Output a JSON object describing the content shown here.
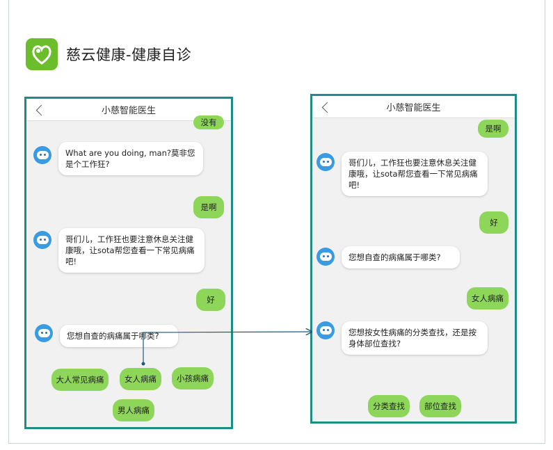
{
  "app": {
    "title": "慈云健康-健康自诊",
    "brand_color": "#6cbd2c"
  },
  "theme": {
    "phone_border": "#1e8c86",
    "user_bubble": "#8dd65a",
    "avatar": "#3a9be0"
  },
  "left_phone": {
    "header_title": "小慈智能医生",
    "back_icon": "chevron-left-icon",
    "messages": [
      {
        "sender": "user",
        "text": "没有"
      },
      {
        "sender": "bot",
        "text": "What are you doing, man?莫非您是个工作狂?"
      },
      {
        "sender": "user",
        "text": "是啊"
      },
      {
        "sender": "bot",
        "text": "哥们儿，工作狂也要注意休息关注健康哦，让sota帮您查看一下常见病痛吧!"
      },
      {
        "sender": "user",
        "text": "好"
      },
      {
        "sender": "bot",
        "text": "您想自查的病痛属于哪类?"
      }
    ],
    "options": [
      "大人常见病痛",
      "女人病痛",
      "小孩病痛",
      "男人病痛"
    ]
  },
  "right_phone": {
    "header_title": "小慈智能医生",
    "back_icon": "chevron-left-icon",
    "messages": [
      {
        "sender": "user",
        "text": "是啊"
      },
      {
        "sender": "bot",
        "text": "哥们儿，工作狂也要注意休息关注健康哦，让sota帮您查看一下常见病痛吧!"
      },
      {
        "sender": "user",
        "text": "好"
      },
      {
        "sender": "bot",
        "text": "您想自查的病痛属于哪类?"
      },
      {
        "sender": "user",
        "text": "女人病痛"
      },
      {
        "sender": "bot",
        "text": "您想按女性病痛的分类查找，还是按身体部位查找?"
      }
    ],
    "options": [
      "分类查找",
      "部位查找"
    ]
  }
}
